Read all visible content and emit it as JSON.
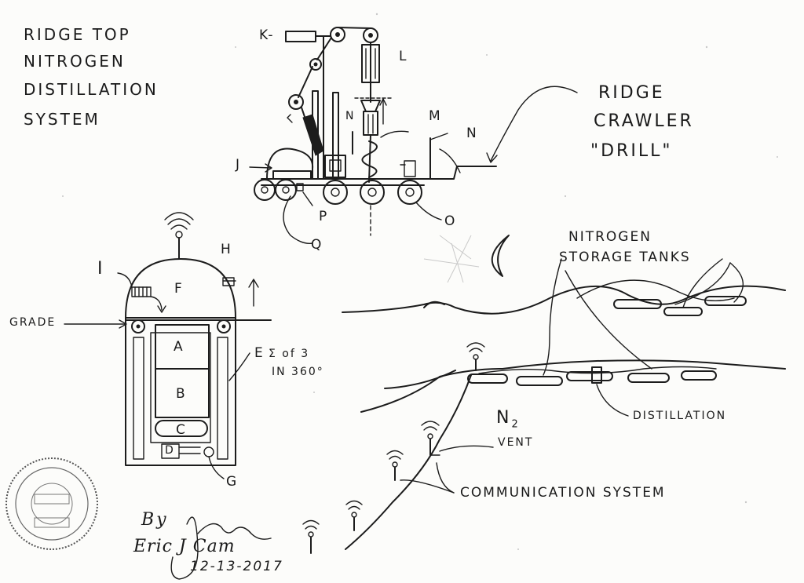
{
  "title_lines": [
    "RIDGE TOP",
    "NITROGEN",
    "DISTILLATION",
    "SYSTEM"
  ],
  "crawler_label_lines": [
    "RIDGE",
    "CRAWLER",
    "\"DRILL\""
  ],
  "storage_label_lines": [
    "NITROGEN",
    "STORAGE TANKS"
  ],
  "labels": {
    "grade": "GRADE",
    "A": "A",
    "B": "B",
    "C": "C",
    "D": "D",
    "E": "E",
    "E_note_1": "Σ of 3",
    "E_note_2": "IN 360°",
    "F": "F",
    "G": "G",
    "H": "H",
    "I": "I",
    "J": "J",
    "K": "K-",
    "L": "L",
    "M": "M",
    "N": "N",
    "N_small": "N",
    "O": "O",
    "P": "P",
    "Q": "Q",
    "distillation": "DISTILLATION",
    "n2": "N",
    "n2_sub": "2",
    "vent": "VENT",
    "communication": "COMMUNICATION SYSTEM"
  },
  "signature": {
    "by": "By",
    "name": "Eric J Cam",
    "date": "12-13-2017"
  }
}
